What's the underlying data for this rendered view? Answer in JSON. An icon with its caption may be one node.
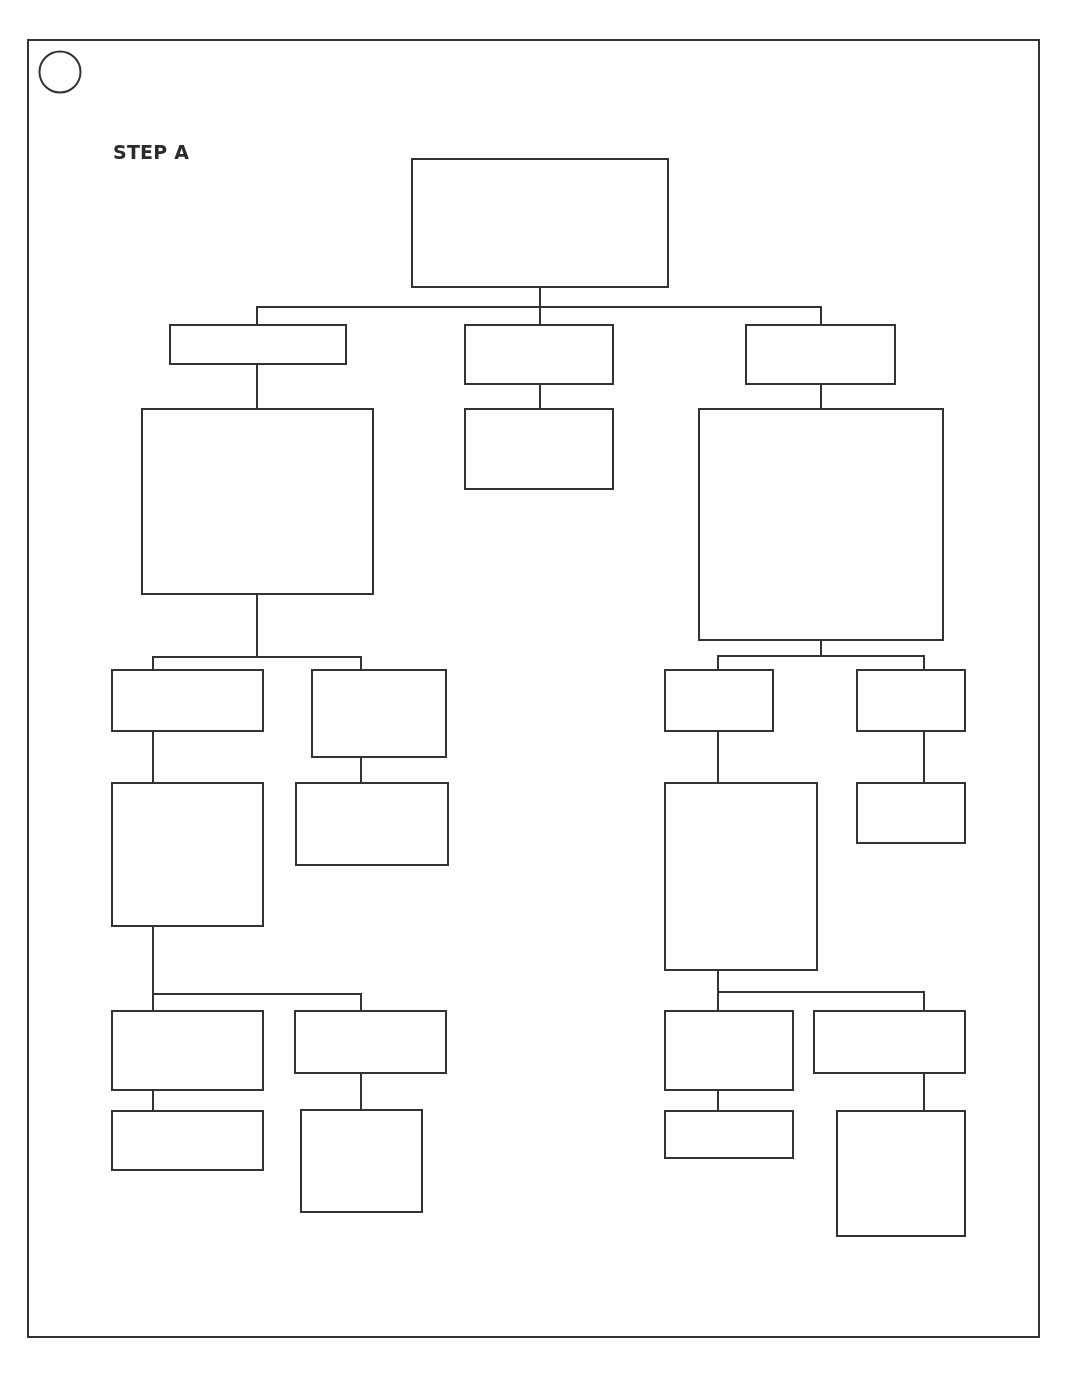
{
  "diagram": {
    "title": "STEP A",
    "nodes": [
      {
        "text": [],
        "shape": "box"
      },
      {
        "text": [],
        "shape": "box"
      },
      {
        "text": [],
        "shape": "box"
      },
      {
        "text": [],
        "shape": "box"
      },
      {
        "text": [],
        "shape": "box"
      },
      {
        "text": [],
        "shape": "box"
      },
      {
        "text": [],
        "shape": "box"
      },
      {
        "text": [],
        "shape": "box"
      },
      {
        "text": [],
        "shape": "box"
      },
      {
        "text": [],
        "shape": "box"
      },
      {
        "text": [],
        "shape": "box"
      },
      {
        "text": [],
        "shape": "box"
      },
      {
        "text": [],
        "shape": "box"
      },
      {
        "text": [],
        "shape": "box"
      },
      {
        "text": [],
        "shape": "box"
      },
      {
        "text": [],
        "shape": "box"
      },
      {
        "text": [],
        "shape": "box"
      },
      {
        "text": [],
        "shape": "box"
      },
      {
        "text": [],
        "shape": "box"
      },
      {
        "text": [],
        "shape": "box"
      },
      {
        "text": [],
        "shape": "box"
      },
      {
        "text": [],
        "shape": "box"
      },
      {
        "text": [],
        "shape": "box"
      }
    ],
    "edges": [
      {
        "from": 0,
        "to": 1,
        "arrow": "none"
      },
      {
        "from": 0,
        "to": 2,
        "arrow": "none"
      },
      {
        "from": 0,
        "to": 3,
        "arrow": "none"
      },
      {
        "from": 1,
        "to": 4,
        "arrow": "none"
      },
      {
        "from": 2,
        "to": 5,
        "arrow": "none"
      },
      {
        "from": 3,
        "to": 6,
        "arrow": "none"
      },
      {
        "from": 4,
        "to": 7,
        "arrow": "none"
      },
      {
        "from": 4,
        "to": 8,
        "arrow": "none"
      },
      {
        "from": 6,
        "to": 9,
        "arrow": "none"
      },
      {
        "from": 6,
        "to": 10,
        "arrow": "none"
      },
      {
        "from": 7,
        "to": 11,
        "arrow": "none"
      },
      {
        "from": 8,
        "to": 12,
        "arrow": "none"
      },
      {
        "from": 9,
        "to": 13,
        "arrow": "none"
      },
      {
        "from": 10,
        "to": 14,
        "arrow": "none"
      },
      {
        "from": 11,
        "to": 15,
        "arrow": "none"
      },
      {
        "from": 11,
        "to": 16,
        "arrow": "none"
      },
      {
        "from": 13,
        "to": 17,
        "arrow": "none"
      },
      {
        "from": 13,
        "to": 18,
        "arrow": "none"
      },
      {
        "from": 15,
        "to": 19,
        "arrow": "none"
      },
      {
        "from": 16,
        "to": 20,
        "arrow": "none"
      },
      {
        "from": 17,
        "to": 21,
        "arrow": "none"
      },
      {
        "from": 18,
        "to": 22,
        "arrow": "none"
      }
    ]
  }
}
